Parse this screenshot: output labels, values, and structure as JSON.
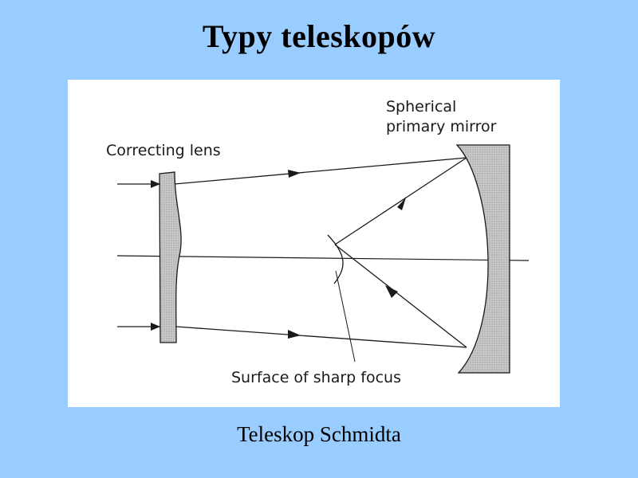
{
  "slide": {
    "title": "Typy teleskopów",
    "caption": "Teleskop Schmidta"
  },
  "diagram": {
    "labels": {
      "correcting_lens": "Correcting lens",
      "spherical_line1": "Spherical",
      "spherical_line2": "primary mirror",
      "sharp_focus": "Surface of sharp focus"
    },
    "colors": {
      "background": "#99ccff",
      "panel": "#ffffff",
      "lens_fill": "#bdbdbd",
      "mirror_fill": "#c6c6c6",
      "ink": "#1a1a1a"
    }
  }
}
